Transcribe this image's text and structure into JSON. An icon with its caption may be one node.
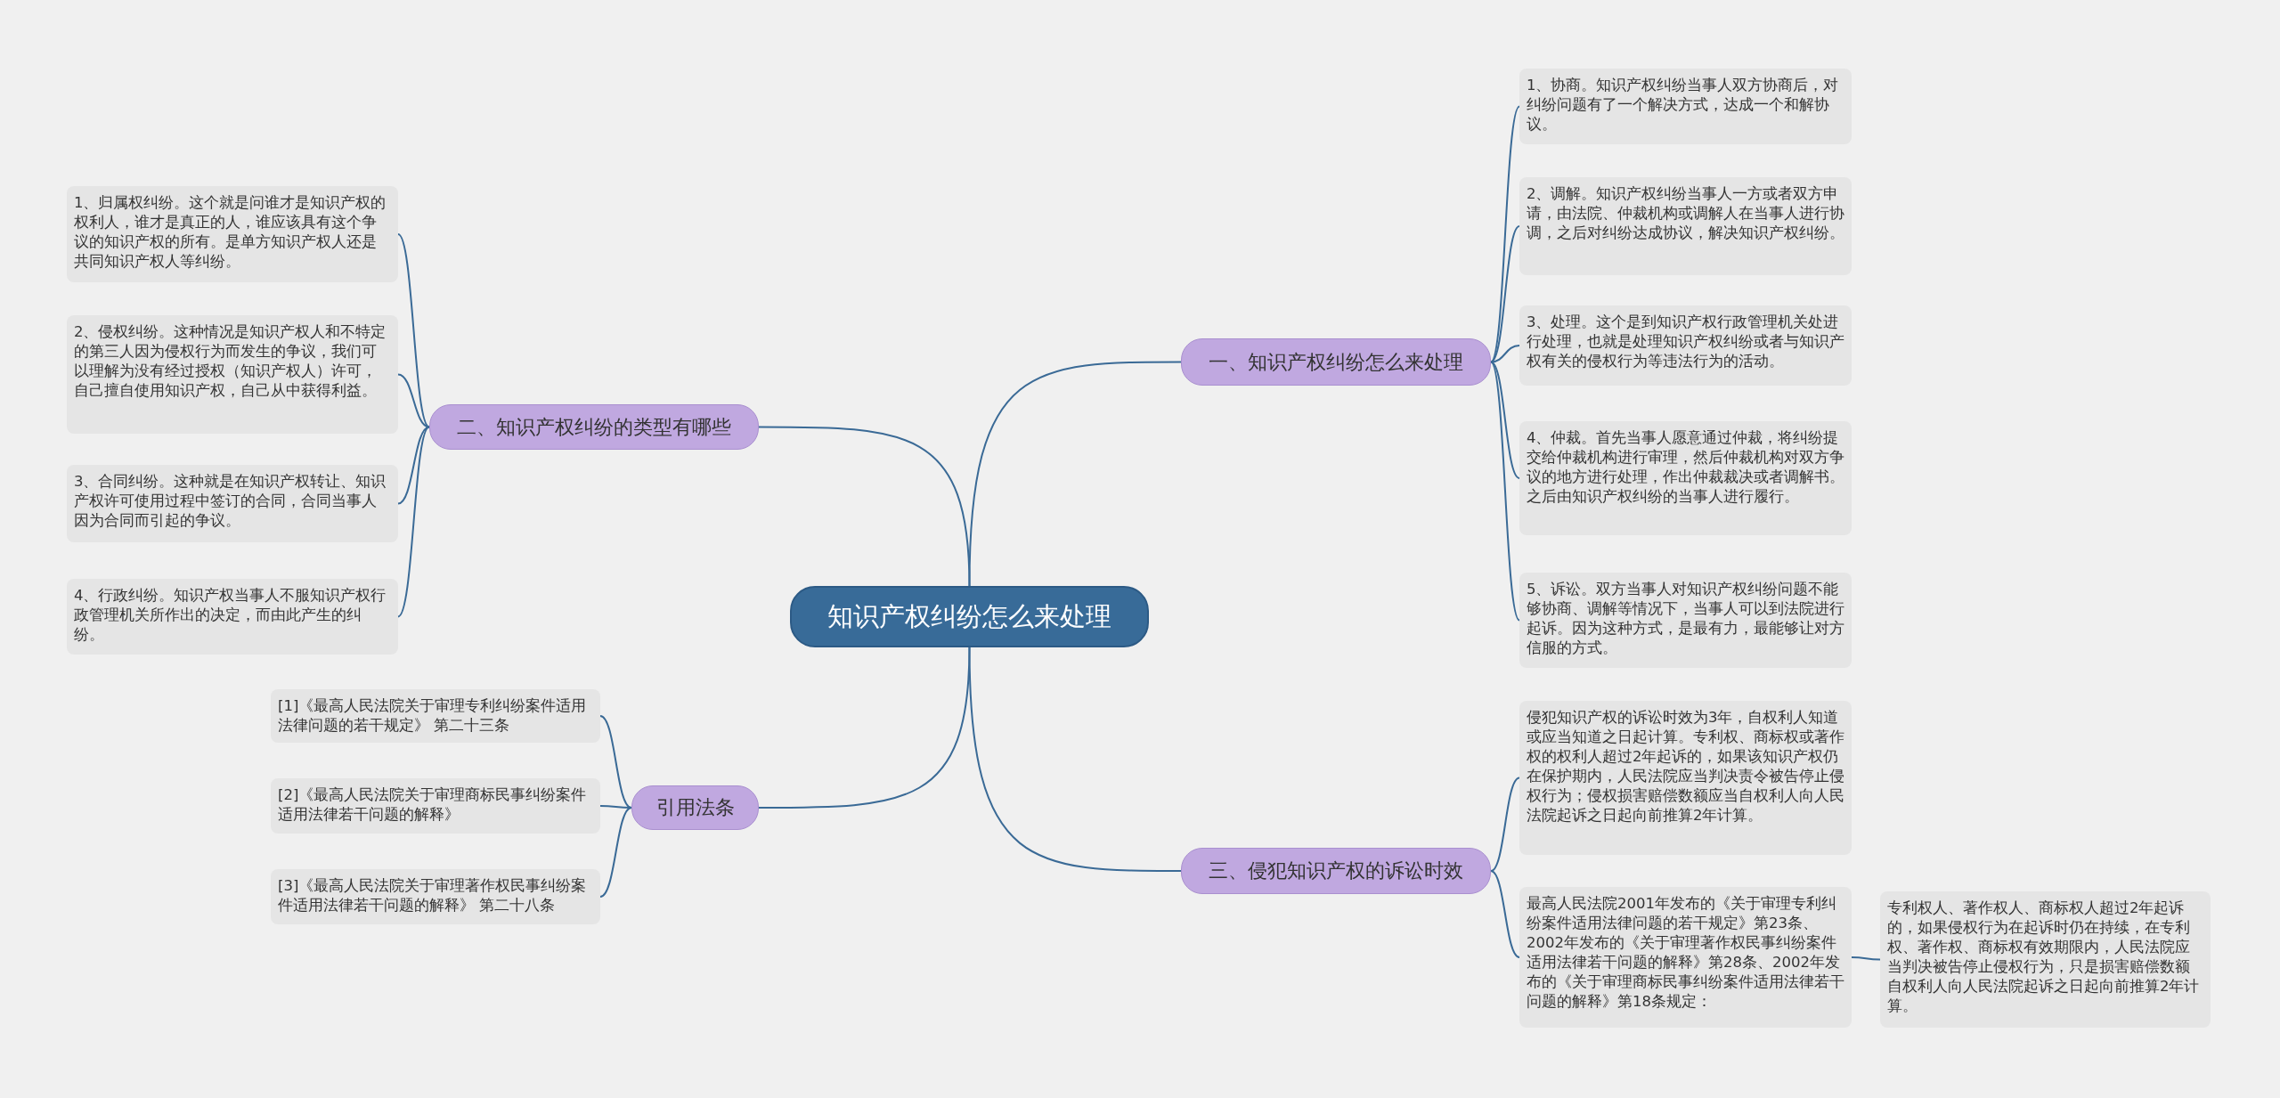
{
  "diagram": {
    "nodes": [
      {
        "text": [
          "知识产权纠纷怎么来处理"
        ]
      },
      {
        "text": [
          "一、知识产权纠纷怎么来处理"
        ]
      },
      {
        "text": [
          "1、协商。知识产权纠纷当事人双方协商后，对纠纷问题有了一个解决方式，达成一个和解协议。"
        ]
      },
      {
        "text": [
          "2、调解。知识产权纠纷当事人一方或者双方申请，由法院、仲裁机构或调解人在当事人进行协调，之后对纠纷达成协议，解决知识产权纠纷。"
        ]
      },
      {
        "text": [
          "3、处理。这个是到知识产权行政管理机关处进行处理，也就是处理知识产权纠纷或者与知识产权有关的侵权行为等违法行为的活动。"
        ]
      },
      {
        "text": [
          "4、仲裁。首先当事人愿意通过仲裁，将纠纷提交给仲裁机构进行审理，然后仲裁机构对双方争议的地方进行处理，作出仲裁裁决或者调解书。之后由知识产权纠纷的当事人进行履行。"
        ]
      },
      {
        "text": [
          "5、诉讼。双方当事人对知识产权纠纷问题不能够协商、调解等情况下，当事人可以到法院进行起诉。因为这种方式，是最有力，最能够让对方信服的方式。"
        ]
      },
      {
        "text": [
          "二、知识产权纠纷的类型有哪些"
        ]
      },
      {
        "text": [
          "1、归属权纠纷。这个就是问谁才是知识产权的权利人，谁才是真正的人，谁应该具有这个争议的知识产权的所有。是单方知识产权人还是共同知识产权人等纠纷。"
        ]
      },
      {
        "text": [
          "2、侵权纠纷。这种情况是知识产权人和不特定的第三人因为侵权行为而发生的争议，我们可以理解为没有经过授权（知识产权人）许可，自己擅自使用知识产权，自己从中获得利益。"
        ]
      },
      {
        "text": [
          "3、合同纠纷。这种就是在知识产权转让、知识产权许可使用过程中签订的合同，合同当事人因为合同而引起的争议。"
        ]
      },
      {
        "text": [
          "4、行政纠纷。知识产权当事人不服知识产权行政管理机关所作出的决定，而由此产生的纠纷。"
        ]
      },
      {
        "text": [
          "引用法条"
        ]
      },
      {
        "text": [
          "[1]《最高人民法院关于审理专利纠纷案件适用法律问题的若干规定》 第二十三条"
        ]
      },
      {
        "text": [
          "[2]《最高人民法院关于审理商标民事纠纷案件适用法律若干问题的解释》"
        ]
      },
      {
        "text": [
          "[3]《最高人民法院关于审理著作权民事纠纷案件适用法律若干问题的解释》 第二十八条"
        ]
      },
      {
        "text": [
          "三、侵犯知识产权的诉讼时效"
        ]
      },
      {
        "text": [
          "侵犯知识产权的诉讼时效为3年，自权利人知道或应当知道之日起计算。专利权、商标权或著作权的权利人超过2年起诉的，如果该知识产权仍在保护期内，人民法院应当判决责令被告停止侵权行为；侵权损害赔偿数额应当自权利人向人民法院起诉之日起向前推算2年计算。"
        ]
      },
      {
        "text": [
          "最高人民法院2001年发布的《关于审理专利纠纷案件适用法律问题的若干规定》第23条、2002年发布的《关于审理著作权民事纠纷案件适用法律若干问题的解释》第28条、2002年发布的《关于审理商标民事纠纷案件适用法律若干问题的解释》第18条规定："
        ]
      },
      {
        "text": [
          "专利权人、著作权人、商标权人超过2年起诉的，如果侵权行为在起诉时仍在持续，在专利权、著作权、商标权有效期限内，人民法院应当判决被告停止侵权行为，只是损害赔偿数额自权利人向人民法院起诉之日起向前推算2年计算。"
        ]
      }
    ],
    "edges": [
      {
        "from": 0,
        "to": 1,
        "arrow": "none"
      },
      {
        "from": 1,
        "to": 2,
        "arrow": "none"
      },
      {
        "from": 1,
        "to": 3,
        "arrow": "none"
      },
      {
        "from": 1,
        "to": 4,
        "arrow": "none"
      },
      {
        "from": 1,
        "to": 5,
        "arrow": "none"
      },
      {
        "from": 1,
        "to": 6,
        "arrow": "none"
      },
      {
        "from": 0,
        "to": 7,
        "arrow": "none"
      },
      {
        "from": 7,
        "to": 8,
        "arrow": "none"
      },
      {
        "from": 7,
        "to": 9,
        "arrow": "none"
      },
      {
        "from": 7,
        "to": 10,
        "arrow": "none"
      },
      {
        "from": 7,
        "to": 11,
        "arrow": "none"
      },
      {
        "from": 0,
        "to": 12,
        "arrow": "none"
      },
      {
        "from": 12,
        "to": 13,
        "arrow": "none"
      },
      {
        "from": 12,
        "to": 14,
        "arrow": "none"
      },
      {
        "from": 12,
        "to": 15,
        "arrow": "none"
      },
      {
        "from": 0,
        "to": 16,
        "arrow": "none"
      },
      {
        "from": 16,
        "to": 17,
        "arrow": "none"
      },
      {
        "from": 16,
        "to": 18,
        "arrow": "none"
      },
      {
        "from": 18,
        "to": 19,
        "arrow": "none"
      }
    ]
  }
}
